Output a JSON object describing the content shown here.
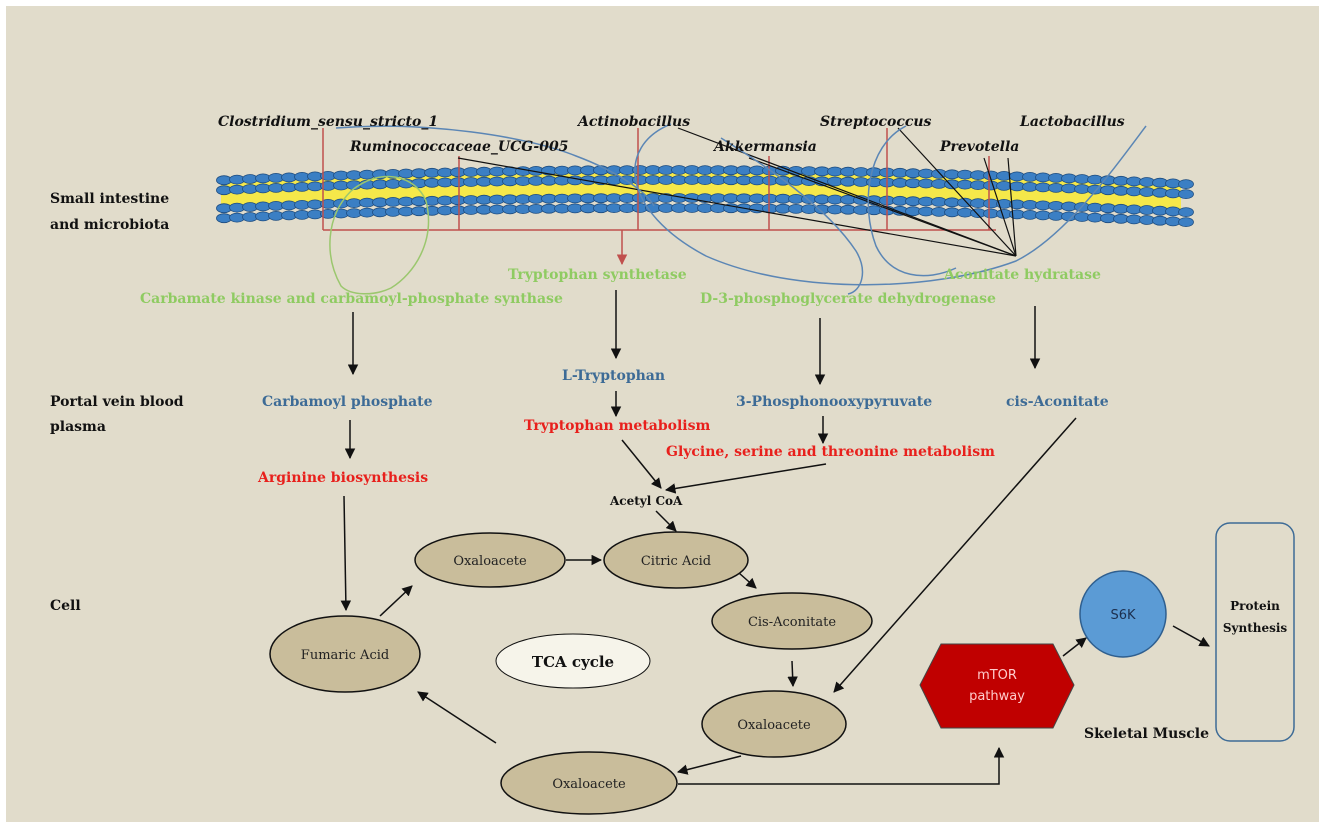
{
  "colors": {
    "background": "#e1dccb",
    "enzyme_text": "#8fcb62",
    "metabolite_text": "#3d6b96",
    "pathway_text": "#e8201c",
    "black_text": "#111111",
    "green_curve": "#9bc76e",
    "blue_curve": "#5b86b5",
    "red_line": "#c0504d",
    "tca_node_fill": "#c9bd9b",
    "mtor_fill": "#c00000",
    "s6k_fill": "#5b9bd5",
    "membrane_head": "#3b7fc4",
    "membrane_core": "#f5e84a"
  },
  "regions": {
    "intestine_line1": "Small intestine",
    "intestine_line2": "and microbiota",
    "portal_line1": "Portal vein blood",
    "portal_line2": "plasma",
    "cell": "Cell",
    "muscle": "Skeletal Muscle"
  },
  "bacteria": {
    "clostridium": "Clostridium_sensu_stricto_1",
    "ruminococcaceae": "Ruminococcaceae_UCG-005",
    "actinobacillus": "Actinobacillus",
    "akkermansia": "Akkermansia",
    "streptococcus": "Streptococcus",
    "prevotella": "Prevotella",
    "lactobacillus": "Lactobacillus"
  },
  "enzymes": {
    "carbamate": "Carbamate kinase and carbamoyl-phosphate synthase",
    "tryptophan_synthetase": "Tryptophan synthetase",
    "d3pgdh": "D-3-phosphoglycerate dehydrogenase",
    "aconitate_hydratase": "Aconitate hydratase"
  },
  "metabolites": {
    "carbamoyl_phosphate": "Carbamoyl phosphate",
    "l_tryptophan": "L-Tryptophan",
    "phosphooxypyruvate": "3-Phosphonooxypyruvate",
    "cis_aconitate": "cis-Aconitate"
  },
  "pathways": {
    "arginine": "Arginine biosynthesis",
    "tryptophan_metabolism": "Tryptophan metabolism",
    "glycine": "Glycine, serine and threonine metabolism"
  },
  "tca": {
    "acetyl_coa": "Acetyl CoA",
    "oxaloacete_top": "Oxaloacete",
    "citric_acid": "Citric Acid",
    "cis_aconitate": "Cis-Aconitate",
    "oxaloacete_right": "Oxaloacete",
    "oxaloacete_bottom": "Oxaloacete",
    "fumaric_acid": "Fumaric Acid",
    "cycle_label": "TCA cycle"
  },
  "muscle": {
    "mtor_line1": "mTOR",
    "mtor_line2": "pathway",
    "s6k": "S6K",
    "protein_line1": "Protein",
    "protein_line2": "Synthesis"
  }
}
